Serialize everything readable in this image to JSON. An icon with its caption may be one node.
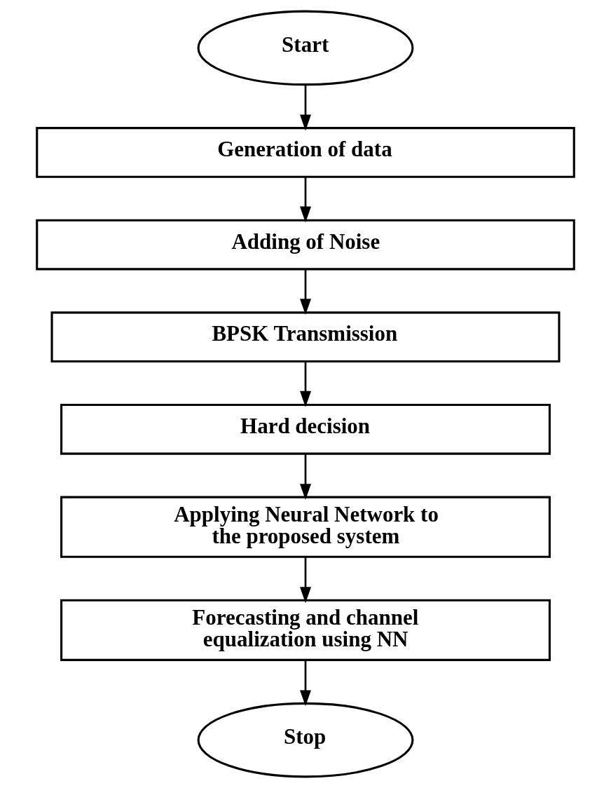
{
  "diagram": {
    "nodes": [
      {
        "text": [
          "Start"
        ]
      },
      {
        "text": [
          "Generation of data"
        ]
      },
      {
        "text": [
          "Adding of Noise"
        ]
      },
      {
        "text": [
          "BPSK Transmission"
        ]
      },
      {
        "text": [
          "Hard decision"
        ]
      },
      {
        "text": [
          "Applying Neural Network to the proposed system"
        ]
      },
      {
        "text": [
          "Forecasting and channel equalization using NN"
        ]
      },
      {
        "text": [
          "Stop"
        ]
      }
    ],
    "edges": [
      {
        "from": 0,
        "to": 1,
        "arrow": "to"
      },
      {
        "from": 1,
        "to": 2,
        "arrow": "to"
      },
      {
        "from": 2,
        "to": 3,
        "arrow": "to"
      },
      {
        "from": 3,
        "to": 4,
        "arrow": "to"
      },
      {
        "from": 4,
        "to": 5,
        "arrow": "to"
      },
      {
        "from": 5,
        "to": 6,
        "arrow": "to"
      },
      {
        "from": 6,
        "to": 7,
        "arrow": "to"
      }
    ]
  }
}
